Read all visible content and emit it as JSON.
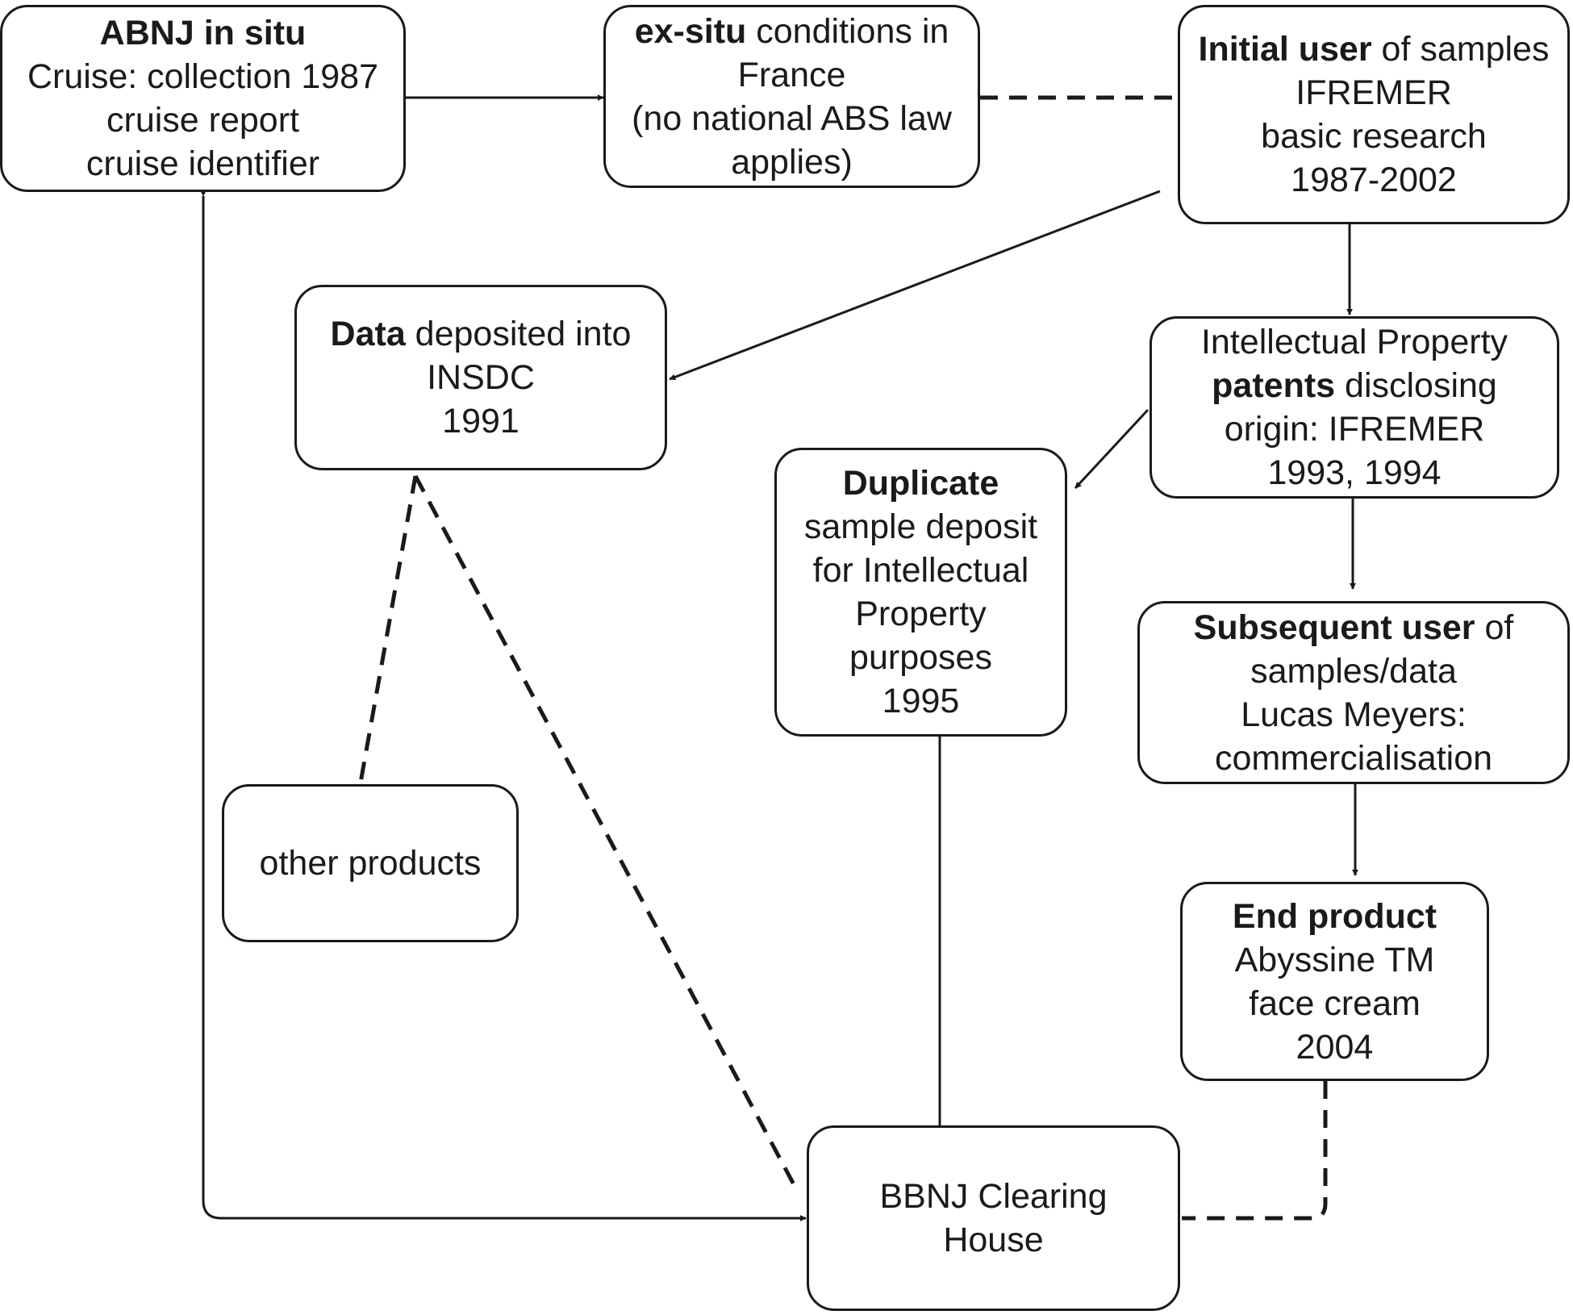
{
  "nodes": {
    "abnj": {
      "line1": {
        "bold": "ABNJ in situ",
        "rest": ""
      },
      "line2": "Cruise: collection 1987",
      "line3": "cruise report",
      "line4": "cruise identifier"
    },
    "exsitu": {
      "line1": {
        "bold": "ex-situ",
        "rest": " conditions in"
      },
      "line2": "France",
      "line3": "(no national ABS law",
      "line4": "applies)"
    },
    "initial_user": {
      "line1": {
        "bold": "Initial user",
        "rest": " of samples"
      },
      "line2": "IFREMER",
      "line3": "basic research",
      "line4": "1987-2002"
    },
    "data_deposited": {
      "line1": {
        "bold": "Data",
        "rest": " deposited into"
      },
      "line2": "INSDC",
      "line3": "1991"
    },
    "ip": {
      "line1": "Intellectual Property",
      "line2": {
        "bold": "patents",
        "rest": " disclosing"
      },
      "line3": "origin: IFREMER",
      "line4": "1993, 1994"
    },
    "duplicate": {
      "line1": {
        "bold": "Duplicate",
        "rest": ""
      },
      "line2": "sample deposit",
      "line3": "for Intellectual",
      "line4": "Property",
      "line5": "purposes",
      "line6": "1995"
    },
    "subsequent": {
      "line1": {
        "bold": "Subsequent user",
        "rest": " of"
      },
      "line2": "samples/data",
      "line3": "Lucas Meyers:",
      "line4": "commercialisation"
    },
    "other_products": {
      "line1": "other products"
    },
    "end_product": {
      "line1": {
        "bold": "End product",
        "rest": ""
      },
      "line2": "Abyssine TM",
      "line3": "face cream",
      "line4": "2004"
    },
    "clearing_house": {
      "line1": "BBNJ Clearing",
      "line2": "House"
    }
  },
  "connectors": [
    {
      "from": "abnj",
      "to": "exsitu",
      "style": "solid",
      "arrow": true
    },
    {
      "from": "exsitu",
      "to": "initial_user",
      "style": "dashed",
      "arrow": false
    },
    {
      "from": "initial_user",
      "to": "data_deposited",
      "style": "solid",
      "arrow": true
    },
    {
      "from": "initial_user",
      "to": "ip",
      "style": "solid",
      "arrow": true
    },
    {
      "from": "ip",
      "to": "duplicate",
      "style": "solid",
      "arrow": true
    },
    {
      "from": "ip",
      "to": "subsequent",
      "style": "solid",
      "arrow": true
    },
    {
      "from": "subsequent",
      "to": "end_product",
      "style": "solid",
      "arrow": true
    },
    {
      "from": "data_deposited",
      "to": "other_products",
      "style": "dashed",
      "arrow": false
    },
    {
      "from": "data_deposited",
      "to": "clearing_house",
      "style": "dashed",
      "arrow": false
    },
    {
      "from": "duplicate",
      "to": "clearing_house",
      "style": "solid",
      "arrow": false
    },
    {
      "from": "end_product",
      "to": "clearing_house",
      "style": "dashed",
      "arrow": false
    },
    {
      "from": "clearing_house",
      "to": "abnj",
      "style": "solid",
      "arrow": true
    },
    {
      "from": "abnj",
      "to": "clearing_house",
      "style": "solid",
      "arrow": true
    }
  ],
  "colors": {
    "stroke": "#1a1a1a",
    "background": "#ffffff"
  }
}
